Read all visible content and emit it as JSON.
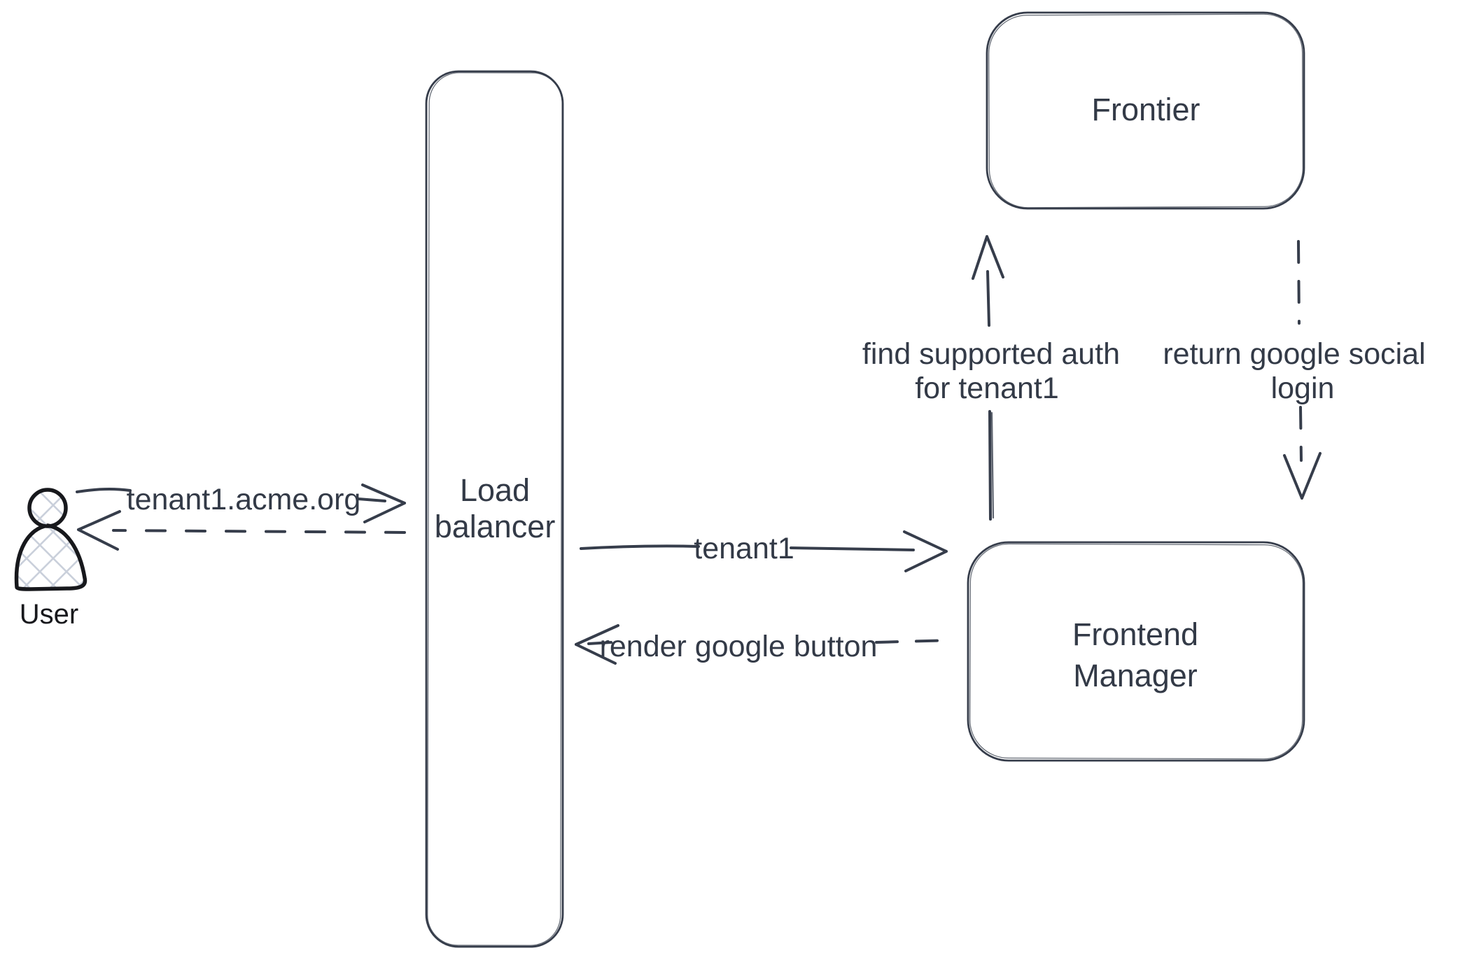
{
  "canvas": {
    "background": "#ffffff",
    "stroke_color": "#363d4b",
    "text_color": "#333a47",
    "user_color": "#17181c",
    "hatch_color": "#cad0db"
  },
  "nodes": {
    "user": {
      "label": "User"
    },
    "load_balancer": {
      "line1": "Load",
      "line2": "balancer"
    },
    "frontier": {
      "label": "Frontier"
    },
    "frontend_manager": {
      "line1": "Frontend",
      "line2": "Manager"
    }
  },
  "edges": {
    "user_to_lb": {
      "label": "tenant1.acme.org",
      "style": "solid"
    },
    "lb_to_user": {
      "label": "",
      "style": "dashed"
    },
    "lb_to_fm": {
      "label": "tenant1",
      "style": "solid"
    },
    "fm_to_lb": {
      "label": "render google button",
      "style": "dashed"
    },
    "fm_to_frontier": {
      "line1": "find supported auth",
      "line2": "for tenant1",
      "style": "solid"
    },
    "frontier_to_fm": {
      "line1": "return google social",
      "line2": "login",
      "style": "dashed"
    }
  }
}
